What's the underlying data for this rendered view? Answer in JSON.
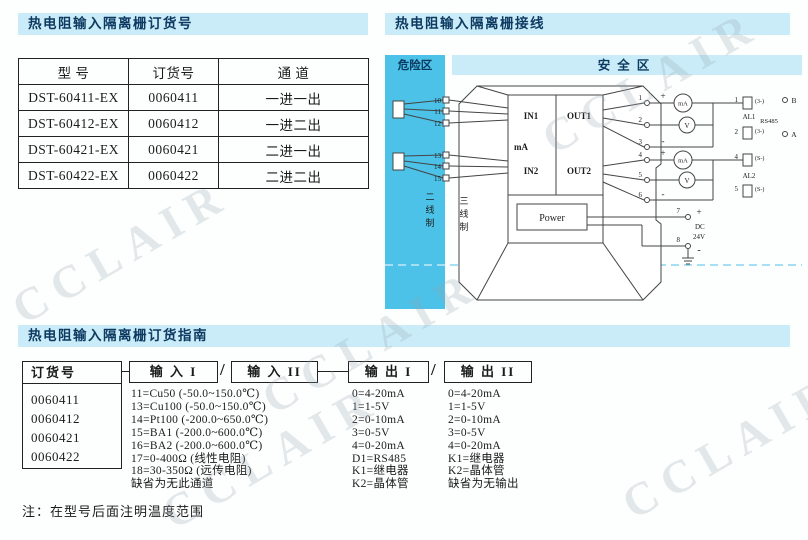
{
  "watermark": {
    "text": "CCLAIR"
  },
  "order_table": {
    "title": "热电阻输入隔离栅订货号",
    "headers": [
      "型  号",
      "订货号",
      "通  道"
    ],
    "rows": [
      [
        "DST-60411-EX",
        "0060411",
        "一进一出"
      ],
      [
        "DST-60412-EX",
        "0060412",
        "一进二出"
      ],
      [
        "DST-60421-EX",
        "0060421",
        "二进一出"
      ],
      [
        "DST-60422-EX",
        "0060422",
        "二进二出"
      ]
    ]
  },
  "wiring": {
    "title": "热电阻输入隔离栅接线",
    "hazard_zone": "危险区",
    "safe_zone": "安全区",
    "module": {
      "in1": "IN1",
      "ma": "mA",
      "in2": "IN2",
      "out1": "OUT1",
      "out2": "OUT2",
      "power": "Power"
    },
    "terminals": {
      "t10": "10",
      "t11": "11",
      "t12": "12",
      "t13": "13",
      "t14": "14",
      "t15": "15",
      "t1": "1",
      "t2": "2",
      "t3": "3",
      "t4": "4",
      "t5": "5",
      "t6": "6",
      "t7": "7",
      "t8": "8"
    },
    "two_wire": "二线制",
    "three_wire": "三线制",
    "meter_ma": "mA",
    "meter_v": "V",
    "al1": "AL1",
    "al2": "AL2",
    "rs485": "RS485",
    "rs_a": "A",
    "rs_b": "B",
    "tag_1": "1",
    "tag_2": "2",
    "tag_4": "4",
    "tag_5": "5",
    "tag_3minus": "(3-)",
    "tag_sminus": "(S-)",
    "plus": "+",
    "minus": "-",
    "dc": "DC",
    "v24": "24V"
  },
  "guide": {
    "title": "热电阻输入隔离栅订货指南",
    "order_no_header": "订货号",
    "order_no_values": [
      "0060411",
      "0060412",
      "0060421",
      "0060422"
    ],
    "input1_header": "输 入 I",
    "input2_header": "输 入 II",
    "slash": "/",
    "input_options": [
      "11=Cu50 (-50.0~150.0℃)",
      "13=Cu100 (-50.0~150.0℃)",
      "14=Pt100 (-200.0~650.0℃)",
      "15=BA1 (-200.0~600.0℃)",
      "16=BA2 (-200.0~600.0℃)",
      "17=0-400Ω (线性电阻)",
      "18=30-350Ω (远传电阻)",
      "缺省为无此通道"
    ],
    "output1_header": "输 出 I",
    "output2_header": "输 出 II",
    "output1_options": [
      "0=4-20mA",
      "1=1-5V",
      "2=0-10mA",
      "3=0-5V",
      "4=0-20mA",
      "D1=RS485",
      "K1=继电器",
      "K2=晶体管"
    ],
    "output2_options": [
      "0=4-20mA",
      "1=1-5V",
      "2=0-10mA",
      "3=0-5V",
      "4=0-20mA",
      "K1=继电器",
      "K2=晶体管",
      "缺省为无输出"
    ],
    "note": "注：在型号后面注明温度范围"
  }
}
